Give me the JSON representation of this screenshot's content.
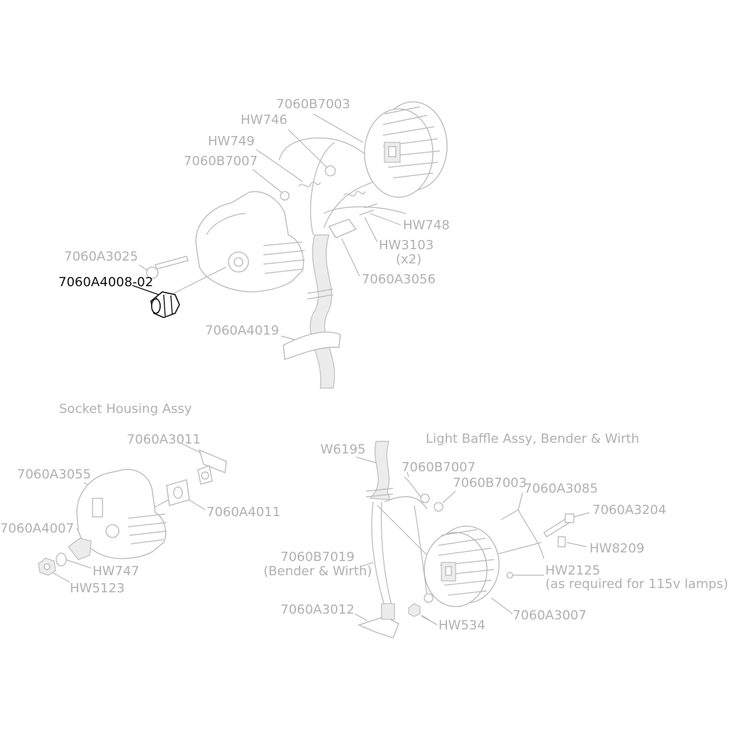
{
  "highlight_color": "#111111",
  "muted_color": "#b1b1b1",
  "sections": {
    "socket_housing": "Socket Housing Assy",
    "light_baffle": "Light Baffle Assy, Bender & Wirth"
  },
  "top_labels": {
    "p7060B7003": "7060B7003",
    "hw746": "HW746",
    "hw749": "HW749",
    "p7060B7007": "7060B7007",
    "hw748": "HW748",
    "hw3103": "HW3103",
    "hw3103_qty": "(x2)",
    "p7060A3056": "7060A3056",
    "p7060A3025": "7060A3025",
    "p7060A4008": "7060A4008-02",
    "p7060A4019": "7060A4019"
  },
  "socket_labels": {
    "p7060A3011": "7060A3011",
    "p7060A3055": "7060A3055",
    "p7060A4011": "7060A4011",
    "p7060A4007": "7060A4007",
    "hw747": "HW747",
    "hw5123": "HW5123"
  },
  "baffle_labels": {
    "w6195": "W6195",
    "p7060B7007": "7060B7007",
    "p7060B7003": "7060B7003",
    "p7060A3085": "7060A3085",
    "p7060A3204": "7060A3204",
    "hw8209": "HW8209",
    "p7060B7019": "7060B7019",
    "p7060B7019_note": "(Bender & Wirth)",
    "hw2125": "HW2125",
    "hw2125_note": "(as required for 115v lamps)",
    "p7060A3012": "7060A3012",
    "hw534": "HW534",
    "p7060A3007": "7060A3007"
  }
}
